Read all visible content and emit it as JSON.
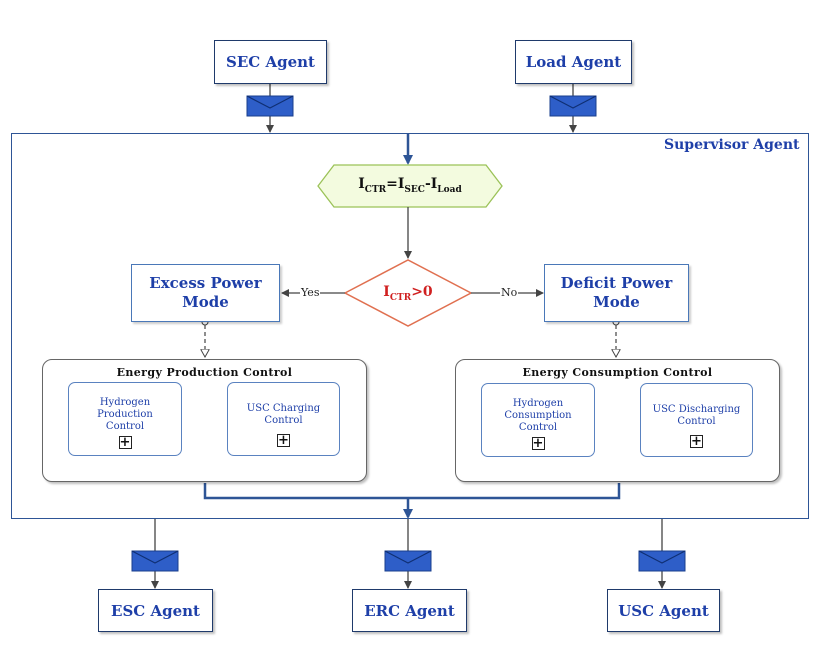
{
  "agents": {
    "sec": "SEC Agent",
    "load": "Load Agent",
    "esc": "ESC Agent",
    "erc": "ERC Agent",
    "usc": "USC Agent"
  },
  "supervisor": {
    "label": "Supervisor Agent"
  },
  "formula": {
    "main": "I",
    "sub1": "CTR",
    "eq": "=I",
    "sub2": "SEC",
    "minus": "-I",
    "sub3": "Load"
  },
  "decision": {
    "main": "I",
    "sub": "CTR",
    "rest": ">0",
    "yes": "Yes",
    "no": "No"
  },
  "modes": {
    "excess": [
      "Excess Power",
      "Mode"
    ],
    "deficit": [
      "Deficit Power",
      "Mode"
    ]
  },
  "groups": {
    "production": {
      "title": "Energy Production Control",
      "left": [
        "Hydrogen",
        "Production",
        "Control"
      ],
      "right": [
        "USC Charging",
        "Control"
      ]
    },
    "consumption": {
      "title": "Energy Consumption  Control",
      "left": [
        "Hydrogen",
        "Consumption",
        "Control"
      ],
      "right": [
        "USC Discharging",
        "Control"
      ]
    }
  },
  "icons": {
    "expand": "+",
    "message": "envelope-icon"
  },
  "colors": {
    "frame": "#2e5596",
    "text_blue": "#1e3fa8",
    "decision_red": "#d02020",
    "hex_fill": "#f3fbdf",
    "hex_stroke": "#9bc258",
    "envelope": "#2e5ec8"
  }
}
